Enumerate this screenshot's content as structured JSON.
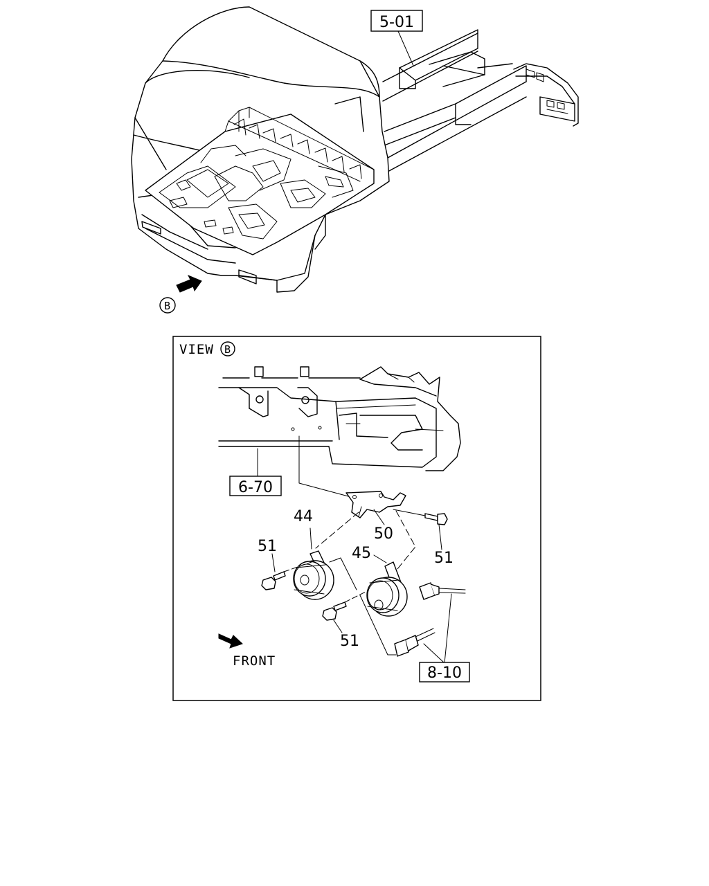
{
  "top_diagram": {
    "ref_frame": "5-01",
    "view_marker": "B"
  },
  "view_panel": {
    "title_prefix": "VIEW",
    "title_marker": "B",
    "ref_bracket": "6-70",
    "ref_wiring": "8-10",
    "front_label": "FRONT",
    "callouts": {
      "horn_low": "44",
      "horn_high": "45",
      "bracket": "50",
      "bolt_right": "51",
      "bolt_left": "51",
      "bolt_bottom": "51"
    }
  },
  "icons": {
    "arrow": "direction-arrow-icon",
    "circled_letter": "circled-letter-icon"
  }
}
